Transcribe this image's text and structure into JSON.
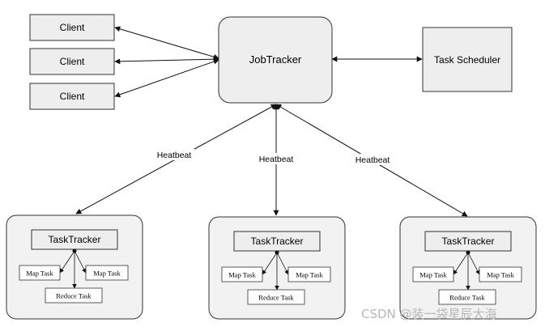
{
  "clients": [
    "Client",
    "Client",
    "Client"
  ],
  "jobtracker": "JobTracker",
  "scheduler": "Task Scheduler",
  "edge_label": "Heatbeat",
  "trackers": [
    {
      "title": "TaskTracker",
      "map_left": "Map Task",
      "map_right": "Map Task",
      "reduce": "Reduce Task"
    },
    {
      "title": "TaskTracker",
      "map_left": "Map Task",
      "map_right": "Map Task",
      "reduce": "Reduce Task"
    },
    {
      "title": "TaskTracker",
      "map_left": "Map Task",
      "map_right": "Map Task",
      "reduce": "Reduce Task"
    }
  ],
  "watermark": "CSDN @装一袋星辰大海",
  "colors": {
    "box_fill": "#eeeeee",
    "outer_fill": "#f2f2f2",
    "inner_fill": "#ffffff",
    "stroke": "#333333"
  }
}
